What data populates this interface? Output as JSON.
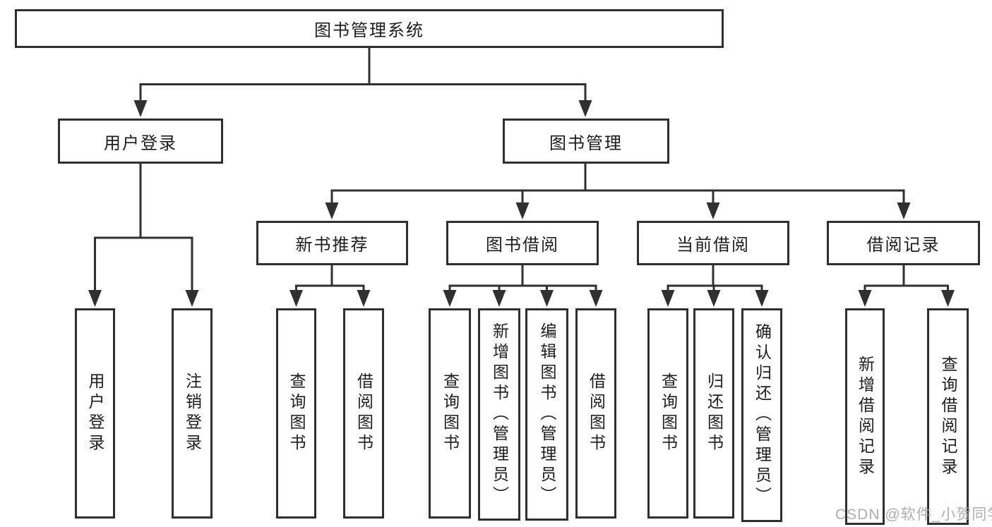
{
  "diagram": {
    "type": "hierarchy",
    "colors": {
      "background": "#ffffff",
      "box_border": "#2f2f2f",
      "connector_line": "#303030",
      "text": "#1d1d1d",
      "watermark_text": "#a8a8a8"
    },
    "tree": {
      "root": {
        "label": "图书管理系统",
        "children": [
          {
            "label": "用户登录",
            "children": [
              {
                "label": "用户登录"
              },
              {
                "label": "注销登录"
              }
            ]
          },
          {
            "label": "图书管理",
            "children": [
              {
                "label": "新书推荐",
                "children": [
                  {
                    "label": "查询图书"
                  },
                  {
                    "label": "借阅图书"
                  }
                ]
              },
              {
                "label": "图书借阅",
                "children": [
                  {
                    "label": "查询图书"
                  },
                  {
                    "label": "新增图书（管理员）"
                  },
                  {
                    "label": "编辑图书（管理员）"
                  },
                  {
                    "label": "借阅图书"
                  }
                ]
              },
              {
                "label": "当前借阅",
                "children": [
                  {
                    "label": "查询图书"
                  },
                  {
                    "label": "归还图书"
                  },
                  {
                    "label": "确认归还（管理员）"
                  }
                ]
              },
              {
                "label": "借阅记录",
                "children": [
                  {
                    "label": "新增借阅记录"
                  },
                  {
                    "label": "查询借阅记录"
                  }
                ]
              }
            ]
          }
        ]
      }
    },
    "watermark": {
      "text": "CSDN @软件_小贺同学"
    }
  }
}
